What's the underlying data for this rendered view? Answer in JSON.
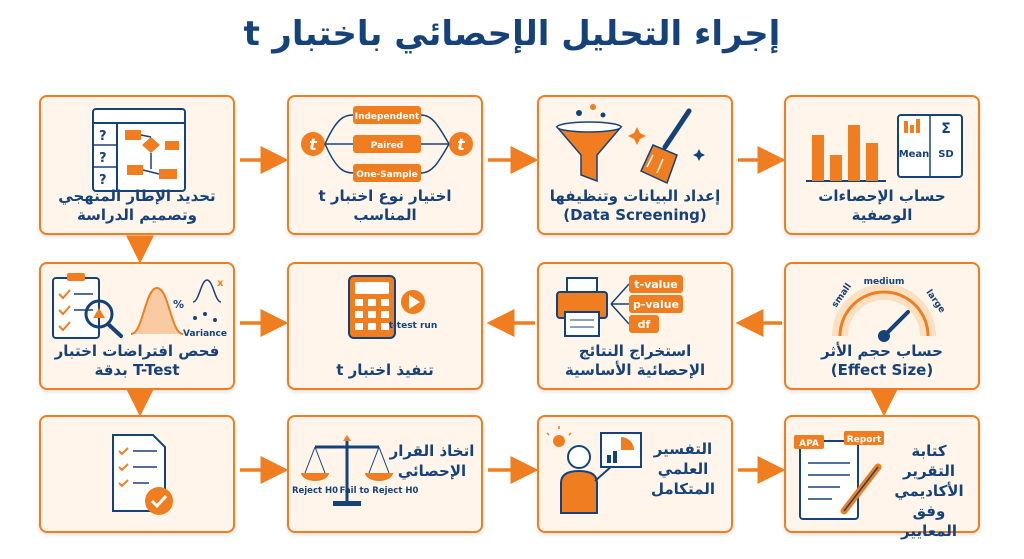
{
  "title": "إجراء التحليل الإحصائي باختبار t",
  "steps": {
    "s1": {
      "label": "تحديد الإطار المنهجي وتصميم الدراسة",
      "icon": "flowchart-icon"
    },
    "s2": {
      "label": "اختيار نوع اختبار t المناسب",
      "icon": "t-test-types-icon",
      "options": [
        "Independent",
        "Paired",
        "One-Sample"
      ],
      "symbol": "t"
    },
    "s3": {
      "label": "إعداد البيانات وتنظيفها (Data Screening)",
      "icon": "funnel-broom-icon"
    },
    "s4": {
      "label": "حساب الإحصاءات الوصفية",
      "icon": "bar-chart-icon",
      "mean": "Mean",
      "sd": "SD",
      "sigma": "Σ"
    },
    "s5": {
      "label": "فحص افتراضات اختبار T-Test بدقة",
      "icon": "assumptions-icon",
      "variance": "Variance",
      "percent": "%",
      "x_mark": "x"
    },
    "s6": {
      "label": "تنفيذ اختبار t",
      "icon": "calculator-icon",
      "run": "t-test run"
    },
    "s7": {
      "label": "استخراج النتائج الإحصائية الأساسية",
      "icon": "printer-icon",
      "outputs": [
        "t-value",
        "p-value",
        "df"
      ]
    },
    "s8": {
      "label": "حساب حجم الأثر (Effect Size)",
      "icon": "gauge-icon",
      "small": "small",
      "medium": "medium",
      "large": "large"
    },
    "s9": {
      "label": "",
      "icon": "checklist-icon"
    },
    "s10": {
      "label": "اتخاذ القرار الإحصائي",
      "icon": "scales-icon",
      "left_pan": "Reject H0",
      "right_pan": "Fail to Reject H0"
    },
    "s11": {
      "label": "التفسير العلمي المتكامل",
      "icon": "presenter-icon"
    },
    "s12": {
      "label": "كتابة التقرير الأكاديمي وفق المعايير",
      "icon": "report-icon",
      "apa": "APA",
      "report": "Report"
    }
  },
  "colors": {
    "accent": "#f07d1f",
    "navy": "#16427a",
    "box_bg": "#fff5ea"
  }
}
